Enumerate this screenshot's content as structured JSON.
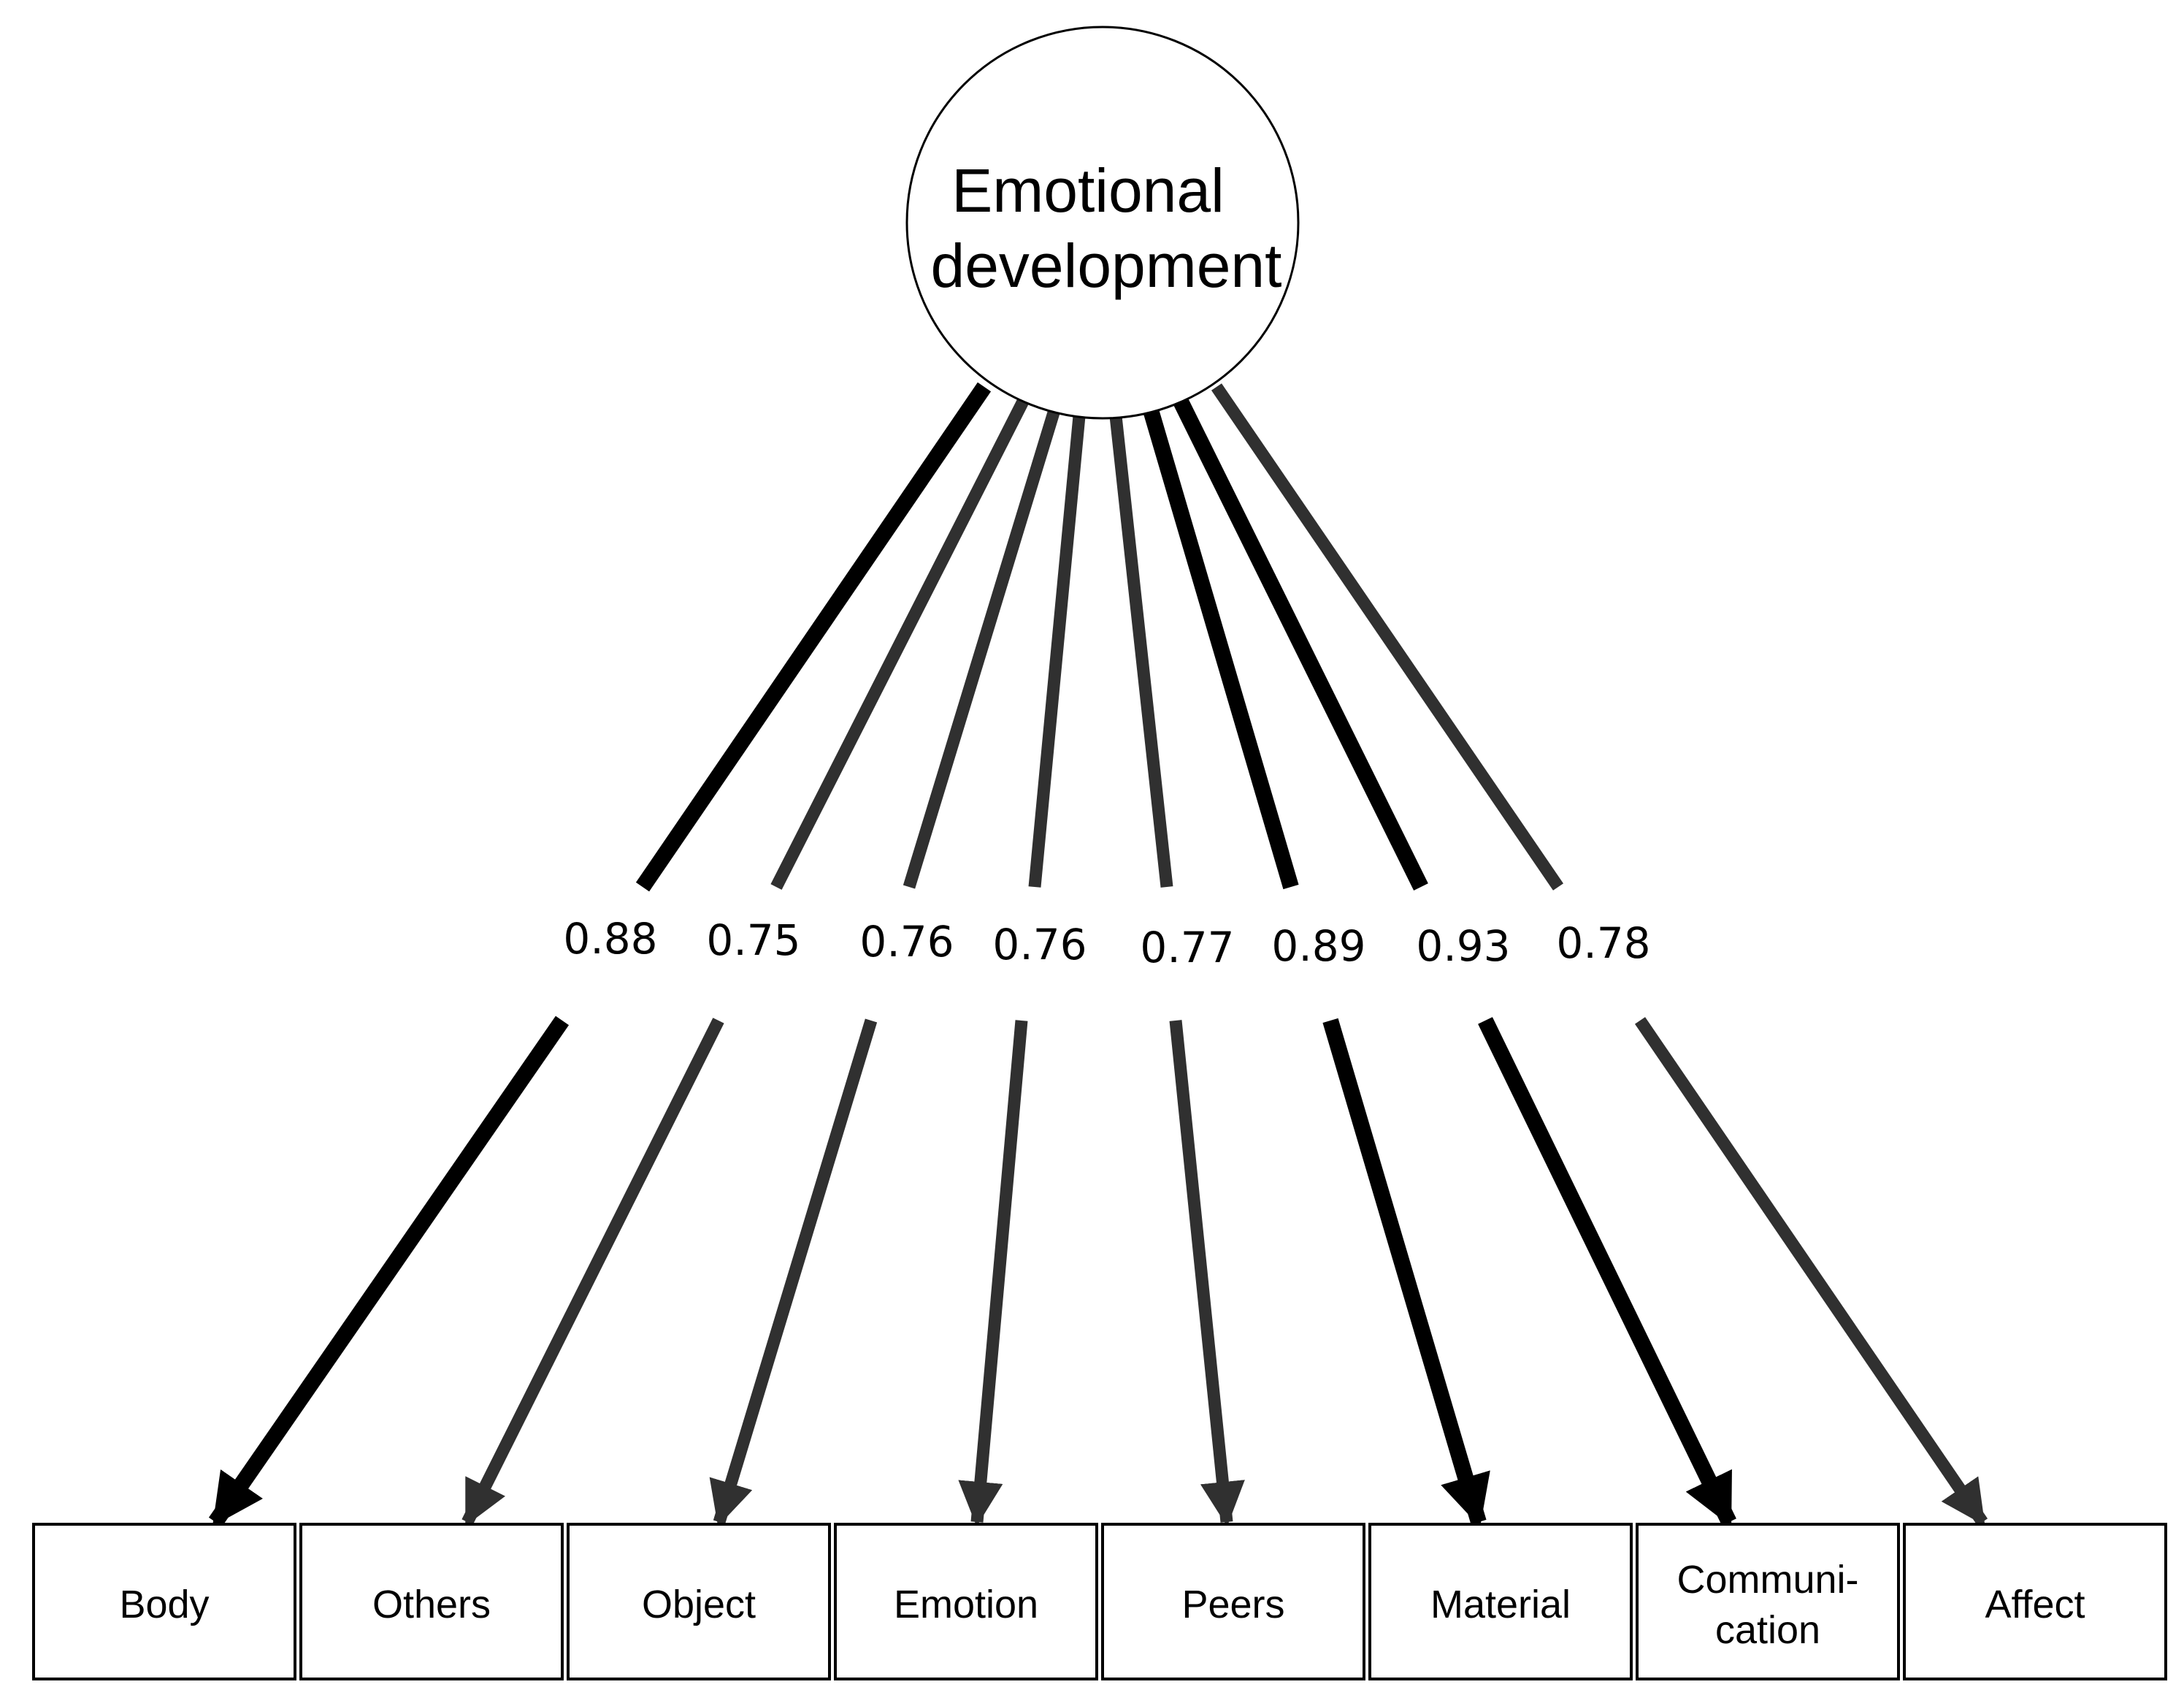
{
  "latent": {
    "label_line1": "Emotional",
    "label_line2": "development"
  },
  "colors": {
    "strong_path": "#000000",
    "regular_path": "#303030",
    "box_border": "#000000",
    "background": "#ffffff"
  },
  "indicators": [
    {
      "label_line1": "Body",
      "label_line2": "",
      "loading": "0.88",
      "emphasis": "strong"
    },
    {
      "label_line1": "Others",
      "label_line2": "",
      "loading": "0.75",
      "emphasis": "regular"
    },
    {
      "label_line1": "Object",
      "label_line2": "",
      "loading": "0.76",
      "emphasis": "regular"
    },
    {
      "label_line1": "Emotion",
      "label_line2": "",
      "loading": "0.76",
      "emphasis": "regular"
    },
    {
      "label_line1": "Peers",
      "label_line2": "",
      "loading": "0.77",
      "emphasis": "regular"
    },
    {
      "label_line1": "Material",
      "label_line2": "",
      "loading": "0.89",
      "emphasis": "strong"
    },
    {
      "label_line1": "Communi-",
      "label_line2": "cation",
      "loading": "0.93",
      "emphasis": "strong"
    },
    {
      "label_line1": "Affect",
      "label_line2": "",
      "loading": "0.78",
      "emphasis": "regular"
    }
  ]
}
